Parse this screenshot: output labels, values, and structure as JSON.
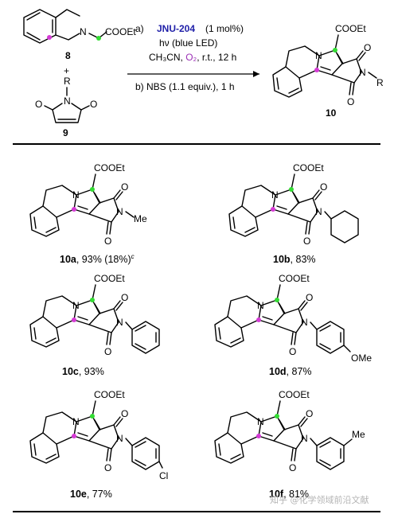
{
  "scheme": {
    "reactant1_ester": "COOEt",
    "reactant1_N": "N",
    "reactant1_number": "8",
    "plus": "+",
    "reactant2_R": "R",
    "reactant2_N": "N",
    "reactant2_O_left": "O",
    "reactant2_O_right": "O",
    "reactant2_number": "9",
    "cond_a_prefix": "a)",
    "cond_a_catalyst": "JNU-204",
    "cond_a_loading": "(1 mol%)",
    "cond_a_light": "hν (blue LED)",
    "cond_a_solvent": "CH₃CN, ",
    "cond_a_oxidant": "O₂",
    "cond_a_rest": ", r.t., 12 h",
    "cond_b": "b) NBS (1.1 equiv.), 1 h",
    "product_ester": "COOEt",
    "product_N1": "N",
    "product_N2": "N",
    "product_O1": "O",
    "product_O2": "O",
    "product_R": "R",
    "product_number": "10"
  },
  "products": [
    {
      "id": "10a",
      "ester": "COOEt",
      "sub": "Me",
      "caption_num": "10a",
      "caption_rest": ", 93% (18%)",
      "caption_sup": "c"
    },
    {
      "id": "10b",
      "ester": "COOEt",
      "sub": "",
      "caption_num": "10b",
      "caption_rest": ", 83%",
      "caption_sup": ""
    },
    {
      "id": "10c",
      "ester": "COOEt",
      "sub": "",
      "caption_num": "10c",
      "caption_rest": ",  93%",
      "caption_sup": ""
    },
    {
      "id": "10d",
      "ester": "COOEt",
      "sub": "OMe",
      "caption_num": "10d",
      "caption_rest": ",  87%",
      "caption_sup": ""
    },
    {
      "id": "10e",
      "ester": "COOEt",
      "sub": "Cl",
      "caption_num": "10e",
      "caption_rest": ", 77%",
      "caption_sup": ""
    },
    {
      "id": "10f",
      "ester": "COOEt",
      "sub": "Me",
      "caption_num": "10f",
      "caption_rest": ", 81%",
      "caption_sup": ""
    }
  ],
  "atoms": {
    "N": "N",
    "O": "O"
  },
  "watermark": "知乎 @化学领域前沿文献",
  "colors": {
    "green_dot": "#33dd33",
    "magenta_dot": "#d63ad6",
    "catalyst_blue": "#1f1fa8",
    "oxygen_purple": "#9b2fb5"
  }
}
